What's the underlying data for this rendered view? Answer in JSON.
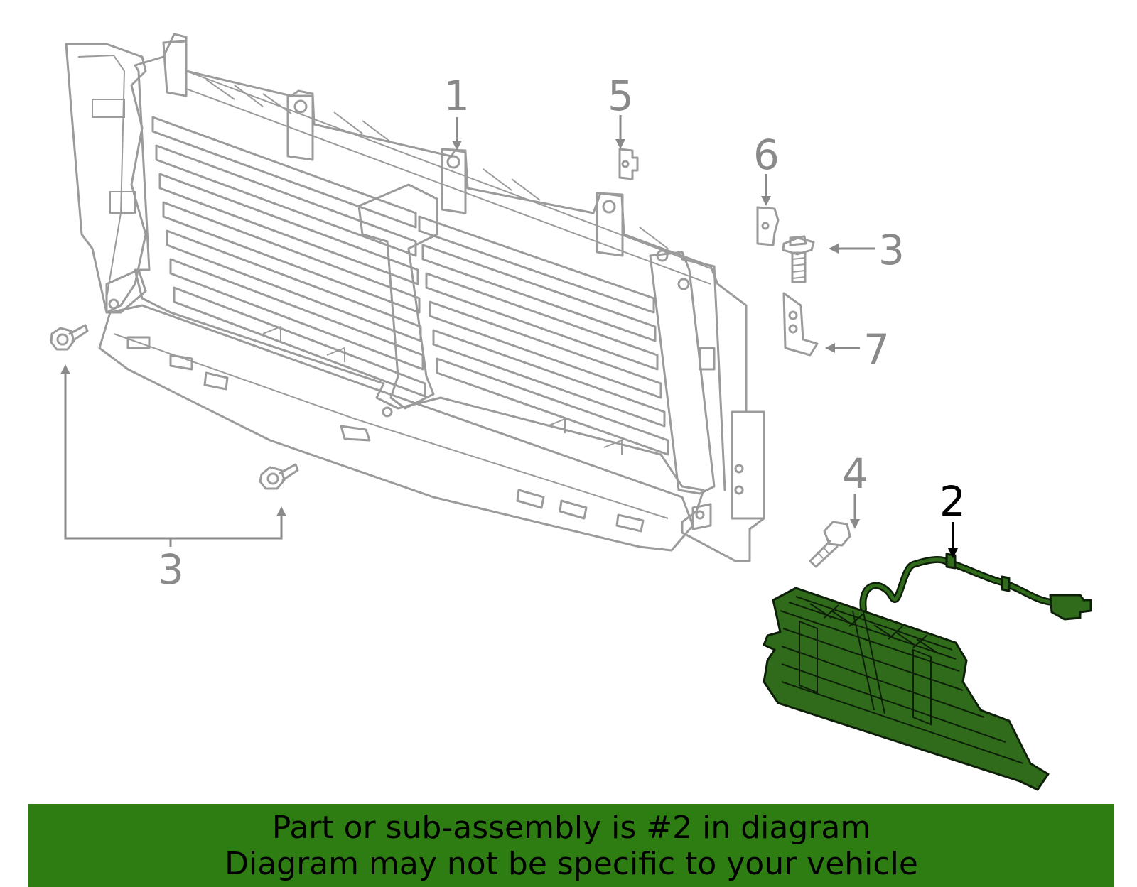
{
  "diagram": {
    "callouts": [
      {
        "id": "1",
        "text": "1"
      },
      {
        "id": "2",
        "text": "2"
      },
      {
        "id": "3a",
        "text": "3"
      },
      {
        "id": "3b",
        "text": "3"
      },
      {
        "id": "4",
        "text": "4"
      },
      {
        "id": "5",
        "text": "5"
      },
      {
        "id": "6",
        "text": "6"
      },
      {
        "id": "7",
        "text": "7"
      }
    ],
    "highlighted_part": "2",
    "highlight_color": "#2e7d12",
    "line_color": "#9b9b9b"
  },
  "banner": {
    "line1": "Part or sub-assembly is #2 in diagram",
    "line2": "Diagram may not be specific to your vehicle",
    "background": "#2e7d12"
  }
}
